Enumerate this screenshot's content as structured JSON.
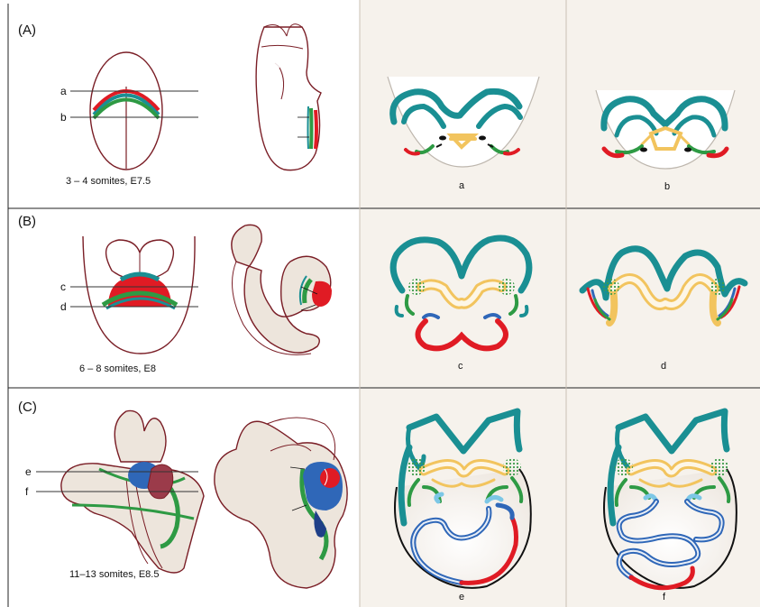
{
  "panels": [
    {
      "label": "(A)",
      "caption": "3 – 4 somites, E7.5",
      "lines": [
        "a",
        "b"
      ],
      "sections": [
        "a",
        "b"
      ]
    },
    {
      "label": "(B)",
      "caption": "6 – 8 somites, E8",
      "lines": [
        "c",
        "d"
      ],
      "sections": [
        "c",
        "d"
      ]
    },
    {
      "label": "(C)",
      "caption": "11–13 somites, E8.5",
      "lines": [
        "e",
        "f"
      ],
      "sections": [
        "e",
        "f"
      ]
    }
  ],
  "colors": {
    "teal": "#1a8f93",
    "red": "#e01b24",
    "green": "#2e9a44",
    "yellow": "#f2c45e",
    "blue": "#2f67b8",
    "light_blue": "#7cc7e6",
    "dark_red": "#7a1e26",
    "section_bg": "#f6f2ec"
  }
}
